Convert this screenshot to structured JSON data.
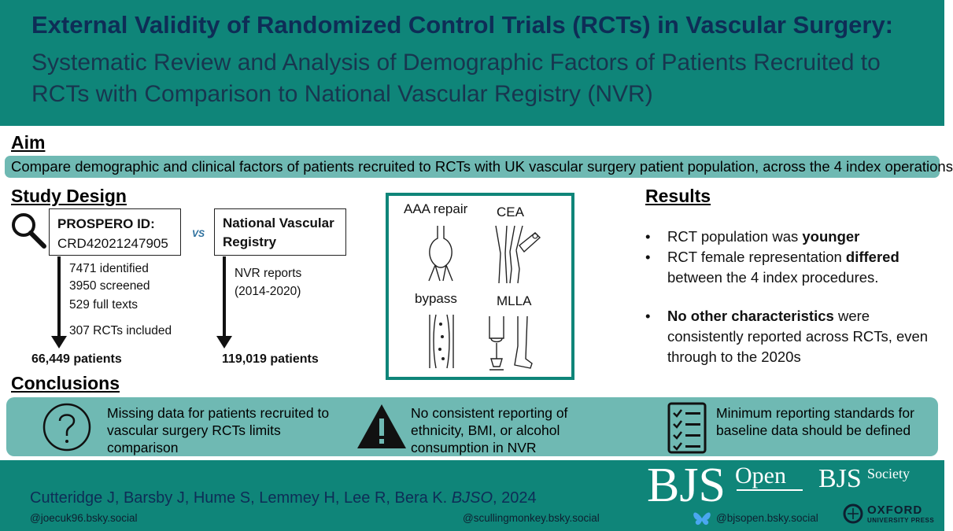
{
  "header": {
    "title": "External Validity of Randomized Control Trials (RCTs) in Vascular Surgery:",
    "subtitle": "Systematic Review and Analysis of Demographic Factors of Patients Recruited to RCTs with Comparison to National Vascular Registry (NVR)"
  },
  "aim": {
    "heading": "Aim",
    "text": "Compare demographic and clinical factors of patients recruited to RCTs with UK vascular surgery patient population, across the 4 index operations"
  },
  "study_design": {
    "heading": "Study Design",
    "prospero_label": "PROSPERO ID:",
    "prospero_id": "CRD42021247905",
    "vs": "VS",
    "nvr_label": "National Vascular Registry",
    "steps": [
      "7471 identified",
      "3950 screened",
      "529 full texts"
    ],
    "rcts_included": "307 RCTs included",
    "rct_patients": "66,449 patients",
    "nvr_reports": "NVR reports (2014-2020)",
    "nvr_patients": "119,019 patients"
  },
  "procedures": [
    "AAA repair",
    "CEA",
    "bypass",
    "MLLA"
  ],
  "results": {
    "heading": "Results",
    "items": [
      {
        "before": "RCT population was ",
        "bold": "younger",
        "after": ""
      },
      {
        "before": "RCT female representation ",
        "bold": "differed",
        "after": " between the 4 index procedures."
      },
      {
        "before": "",
        "bold": "No other characteristics",
        "after": " were consistently reported across RCTs, even through to the 2020s"
      }
    ]
  },
  "conclusions": {
    "heading": "Conclusions",
    "items": [
      {
        "icon": "question-icon",
        "text": "Missing data for patients recruited to vascular surgery RCTs limits comparison"
      },
      {
        "icon": "warning-icon",
        "text": "No consistent reporting of ethnicity, BMI, or alcohol consumption in NVR"
      },
      {
        "icon": "checklist-icon",
        "text": "Minimum reporting standards for baseline data should be defined"
      }
    ]
  },
  "footer": {
    "authors": "Cutteridge J, Barsby J, Hume S, Lemmey H, Lee R, Bera K. ",
    "journal": "BJSO",
    "year": ", 2024",
    "handle_1": "@joecuk96.bsky.social",
    "handle_2": "@scullingmonkey.bsky.social",
    "handle_3": "@bjsopen.bsky.social",
    "logo_bjs": "BJS",
    "logo_open": "Open",
    "logo_bjs2": "BJS",
    "logo_society": "Society",
    "logo_oxford": "OXFORD",
    "logo_up": "UNIVERSITY PRESS"
  },
  "colors": {
    "teal": "#0f8579",
    "light_teal": "#6fb9b3",
    "navy": "#0e2d56"
  }
}
